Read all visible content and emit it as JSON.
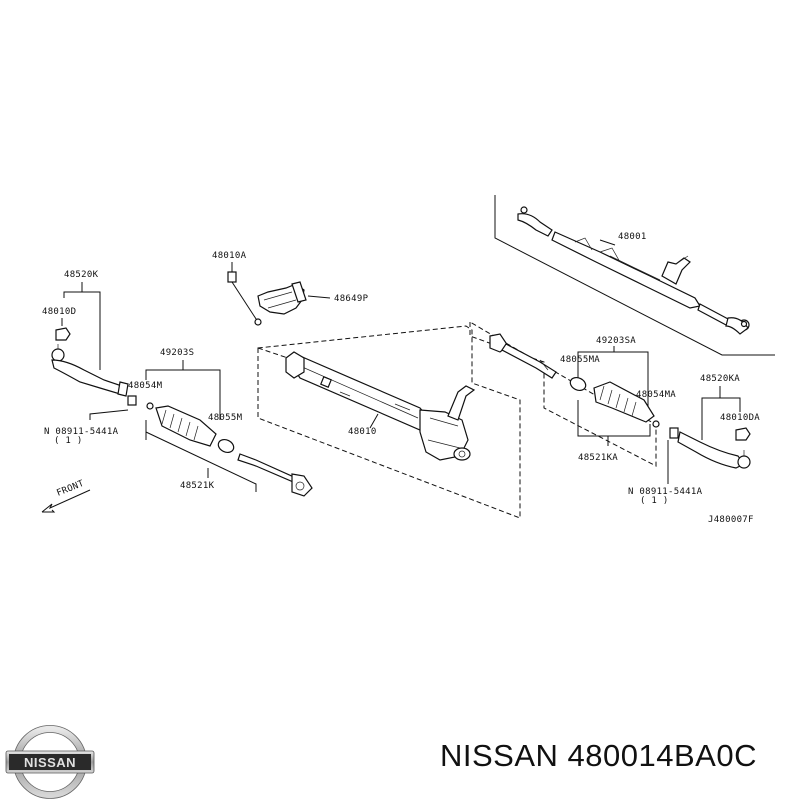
{
  "diagram": {
    "drawing_code": "J480007F",
    "front_label": "FRONT",
    "labels": {
      "p48001": "48001",
      "p48010A": "48010A",
      "p48649P": "48649P",
      "p48010": "48010",
      "p48520K": "48520K",
      "p48010D": "48010D",
      "p49203S": "49203S",
      "p48054M": "48054M",
      "p48055M": "48055M",
      "p48521K": "48521K",
      "p08911_left": "N 08911-5441A",
      "p08911_left_qty": "( 1 )",
      "p49203SA": "49203SA",
      "p48055MA": "48055MA",
      "p48054MA": "48054MA",
      "p48520KA": "48520KA",
      "p48010DA": "48010DA",
      "p48521KA": "48521KA",
      "p08911_right": "N 08911-5441A",
      "p08911_right_qty": "( 1 )"
    }
  },
  "logo": {
    "text": "NISSAN"
  },
  "caption": {
    "brand": "NISSAN",
    "part_number": "480014BA0C"
  }
}
